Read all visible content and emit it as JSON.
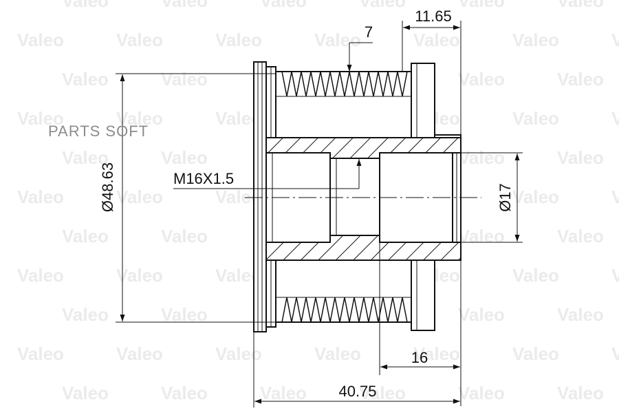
{
  "watermark": {
    "text": "Valeo",
    "color": "#ebebeb"
  },
  "brand_overlay": {
    "text": "PARTS SOFT",
    "color": "#8c8c8c"
  },
  "dimensions": {
    "groove_count": "7",
    "right_offset": "11.65",
    "outer_diameter": "Ø48.63",
    "thread": "M16X1.5",
    "bore_diameter": "Ø17",
    "bore_depth": "16",
    "total_length": "40.75"
  }
}
